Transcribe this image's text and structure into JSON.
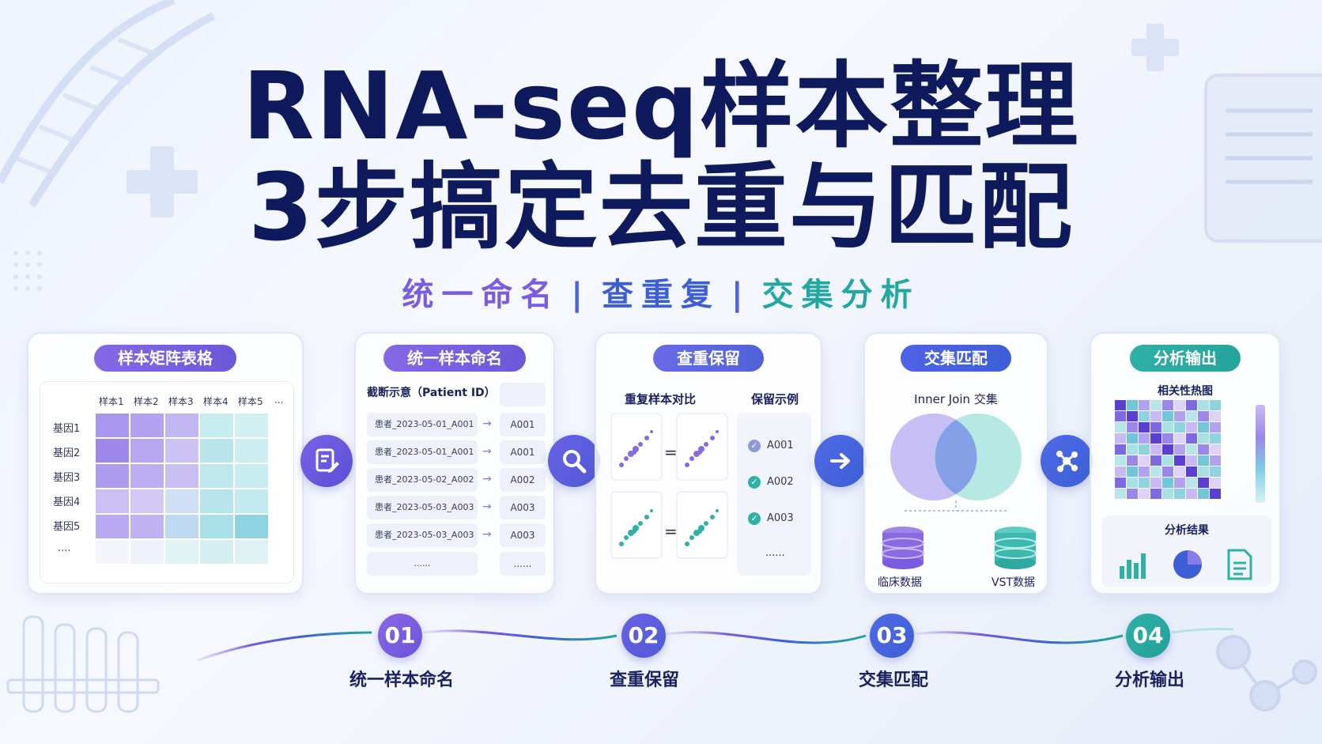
{
  "title": {
    "line1": "RNA-seq样本整理",
    "line2": "3步搞定去重与匹配"
  },
  "subtitle": {
    "part1": "统一命名",
    "sep": "|",
    "part2": "查重复",
    "part3": "交集分析"
  },
  "cards": {
    "matrix": {
      "label": "样本矩阵表格",
      "columns": [
        "样本1",
        "样本2",
        "样本3",
        "样本4",
        "样本5",
        "..."
      ],
      "rows": [
        "基因1",
        "基因2",
        "基因3",
        "基因4",
        "基因5",
        "...."
      ]
    },
    "naming": {
      "label": "统一样本命名",
      "header": "截断示意（Patient ID）",
      "originals": [
        "患者_2023-05-01_A001",
        "患者_2023-05-01_A001",
        "患者_2023-05-02_A002",
        "患者_2023-05-03_A003",
        "患者_2023-05-03_A003",
        "......"
      ],
      "ids": [
        "A001",
        "A001",
        "A002",
        "A003",
        "A003",
        "......"
      ],
      "arrow": "→"
    },
    "dedup": {
      "label": "查重保留",
      "compare_title": "重复样本对比",
      "keep_title": "保留示例",
      "equals": "=",
      "kept": [
        "A001",
        "A002",
        "A003",
        "......"
      ]
    },
    "join": {
      "label": "交集匹配",
      "title": "Inner Join 交集",
      "left_db": "临床数据",
      "right_db": "VST数据"
    },
    "output": {
      "label": "分析输出",
      "heatmap_title": "相关性热图",
      "results_title": "分析结果"
    }
  },
  "steps": [
    {
      "num": "01",
      "label": "统一样本命名"
    },
    {
      "num": "02",
      "label": "查重保留"
    },
    {
      "num": "03",
      "label": "交集匹配"
    },
    {
      "num": "04",
      "label": "分析输出"
    }
  ],
  "colors": {
    "navy": "#0f1a5c",
    "purple": "#7a5ce0",
    "blue": "#3d5fd6",
    "teal": "#22a8a0"
  }
}
